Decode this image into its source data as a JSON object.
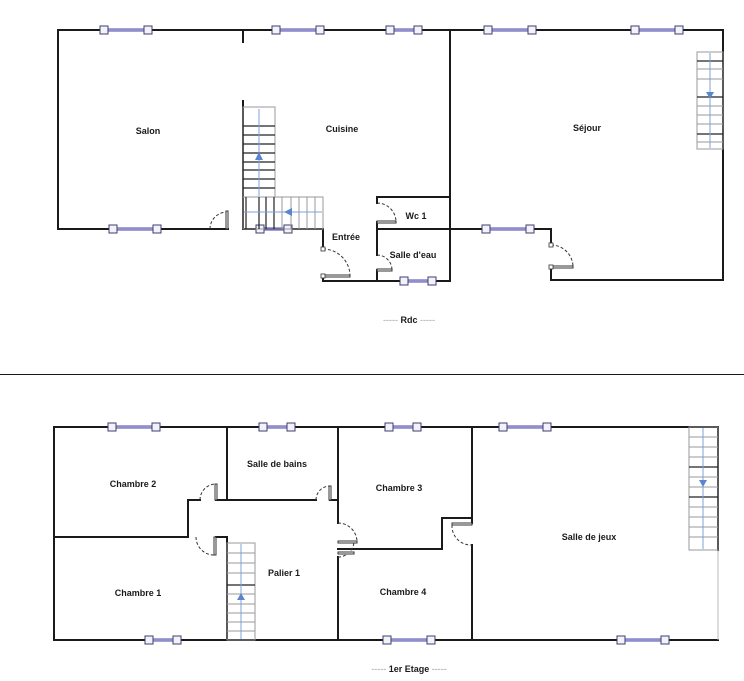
{
  "floors": [
    {
      "id": "rdc",
      "caption": "Rdc",
      "caption_dashes": "-----",
      "rooms": [
        {
          "name": "Salon"
        },
        {
          "name": "Cuisine"
        },
        {
          "name": "Séjour"
        },
        {
          "name": "Wc 1"
        },
        {
          "name": "Entrée"
        },
        {
          "name": "Salle d'eau"
        }
      ]
    },
    {
      "id": "etage1",
      "caption": "1er Etage",
      "caption_dashes": "-----",
      "rooms": [
        {
          "name": "Chambre 2"
        },
        {
          "name": "Salle de bains"
        },
        {
          "name": "Chambre 3"
        },
        {
          "name": "Salle de jeux"
        },
        {
          "name": "Palier 1"
        },
        {
          "name": "Chambre 1"
        },
        {
          "name": "Chambre 4"
        }
      ]
    }
  ],
  "colors": {
    "wall": "#1a1a1a",
    "window": "#4a46a8",
    "stair_arrow": "#5b86cf"
  }
}
